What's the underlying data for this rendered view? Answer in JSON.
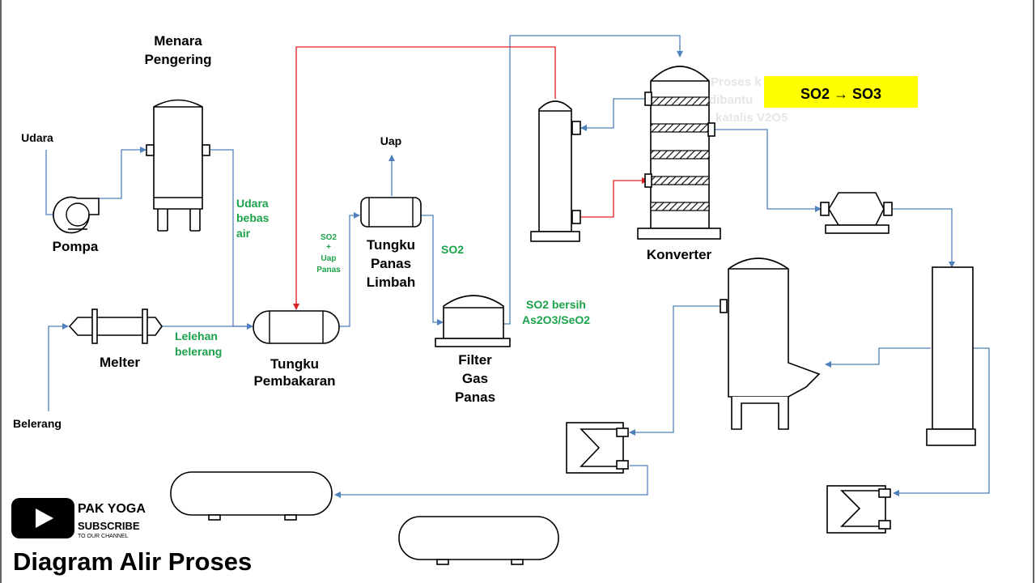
{
  "title": "Diagram Alir Proses",
  "channel": {
    "name": "PAK YOGA",
    "subscribe": "SUBSCRIBE",
    "tagline": "TO OUR CHANNEL"
  },
  "reaction_box": {
    "text": "SO2 → SO3",
    "color": "#ffff00"
  },
  "faint_note": [
    "Proses k",
    "dibantu",
    "katalis V2O5"
  ],
  "equipment": {
    "menara_pengering": [
      "Menara",
      "Pengering"
    ],
    "pompa": "Pompa",
    "melter": "Melter",
    "tungku_pembakaran": [
      "Tungku",
      "Pembakaran"
    ],
    "tungku_panas_limbah": [
      "Tungku",
      "Panas",
      "Limbah"
    ],
    "filter_gas_panas": [
      "Filter",
      "Gas",
      "Panas"
    ],
    "konverter": "Konverter"
  },
  "streams": {
    "udara": "Udara",
    "belerang": "Belerang",
    "uap": "Uap",
    "udara_bebas_air": [
      "Udara",
      "bebas",
      "air"
    ],
    "lelehan_belerang": [
      "Lelehan",
      "belerang"
    ],
    "so2_uap_panas": [
      "SO2",
      "+",
      "Uap",
      "Panas"
    ],
    "so2": "SO2",
    "so2_bersih": [
      "SO2 bersih",
      "As2O3/SeO2"
    ]
  },
  "colors": {
    "pipe": "#4f81bd",
    "hot_pipe": "#e02020",
    "stream_label": "#1aa34a"
  }
}
